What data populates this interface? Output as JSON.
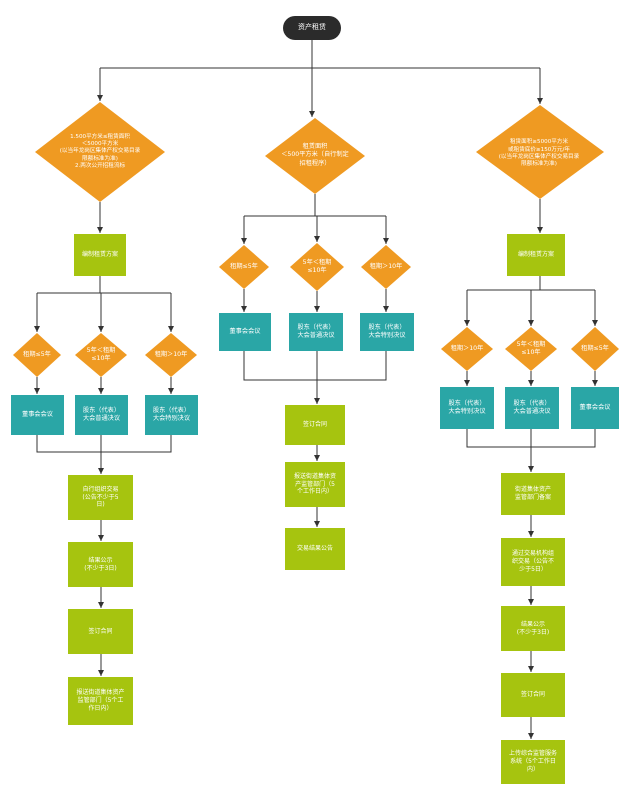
{
  "start": "资产租赁",
  "branch_left": {
    "condition": "1.500平方米≤租赁面积\n＜5000平方米\n(以当年龙岗区集体产权交易目录\n限额标准为准)\n2.两次公开招租流标",
    "plan": "编制租赁方案",
    "terms": [
      "租期≤5年",
      "5年＜租期\n≤10年",
      "租期＞10年"
    ],
    "approvals": [
      "董事会会议",
      "股东（代表）\n大会普通决议",
      "股东（代表）\n大会特别决议"
    ],
    "steps": [
      "自行组织交易\n(公告不少于5\n日)",
      "结果公示\n(不少于3日)",
      "签订合同",
      "报送街道集体资产\n监管部门（5个工\n作日内）"
    ]
  },
  "branch_middle": {
    "condition": "租赁面积\n＜500平方米（自行制定\n招租程序）",
    "terms": [
      "租期≤5年",
      "5年＜租期\n≤10年",
      "租期＞10年"
    ],
    "approvals": [
      "董事会会议",
      "股东（代表）\n大会普通决议",
      "股东（代表）\n大会特别决议"
    ],
    "steps": [
      "签订合同",
      "报送街道集体资\n产监管部门（5\n个工作日内）",
      "交易结果公告"
    ]
  },
  "branch_right": {
    "condition": "租赁面积≥5000平方米\n或租赁底价≥150万元/年\n(以当年龙岗区集体产权交易目录\n限额标准为准)",
    "plan": "编制租赁方案",
    "terms": [
      "租期＞10年",
      "5年＜租期\n≤10年",
      "租期≤5年"
    ],
    "approvals": [
      "股东（代表）\n大会特别决议",
      "股东（代表）\n大会普通决议",
      "董事会会议"
    ],
    "steps": [
      "街道集体资产\n监管部门备案",
      "通过交易机构组\n织交易（公告不\n少于5日）",
      "结果公示\n(不少于3日)",
      "签订合同",
      "上传综合监管服务\n系统（5个工作日\n内）"
    ]
  },
  "colors": {
    "start": "#2b2b2b",
    "decision": "#ef9a22",
    "action": "#a6c40f",
    "approval": "#2aa6a6",
    "line": "#333333"
  }
}
